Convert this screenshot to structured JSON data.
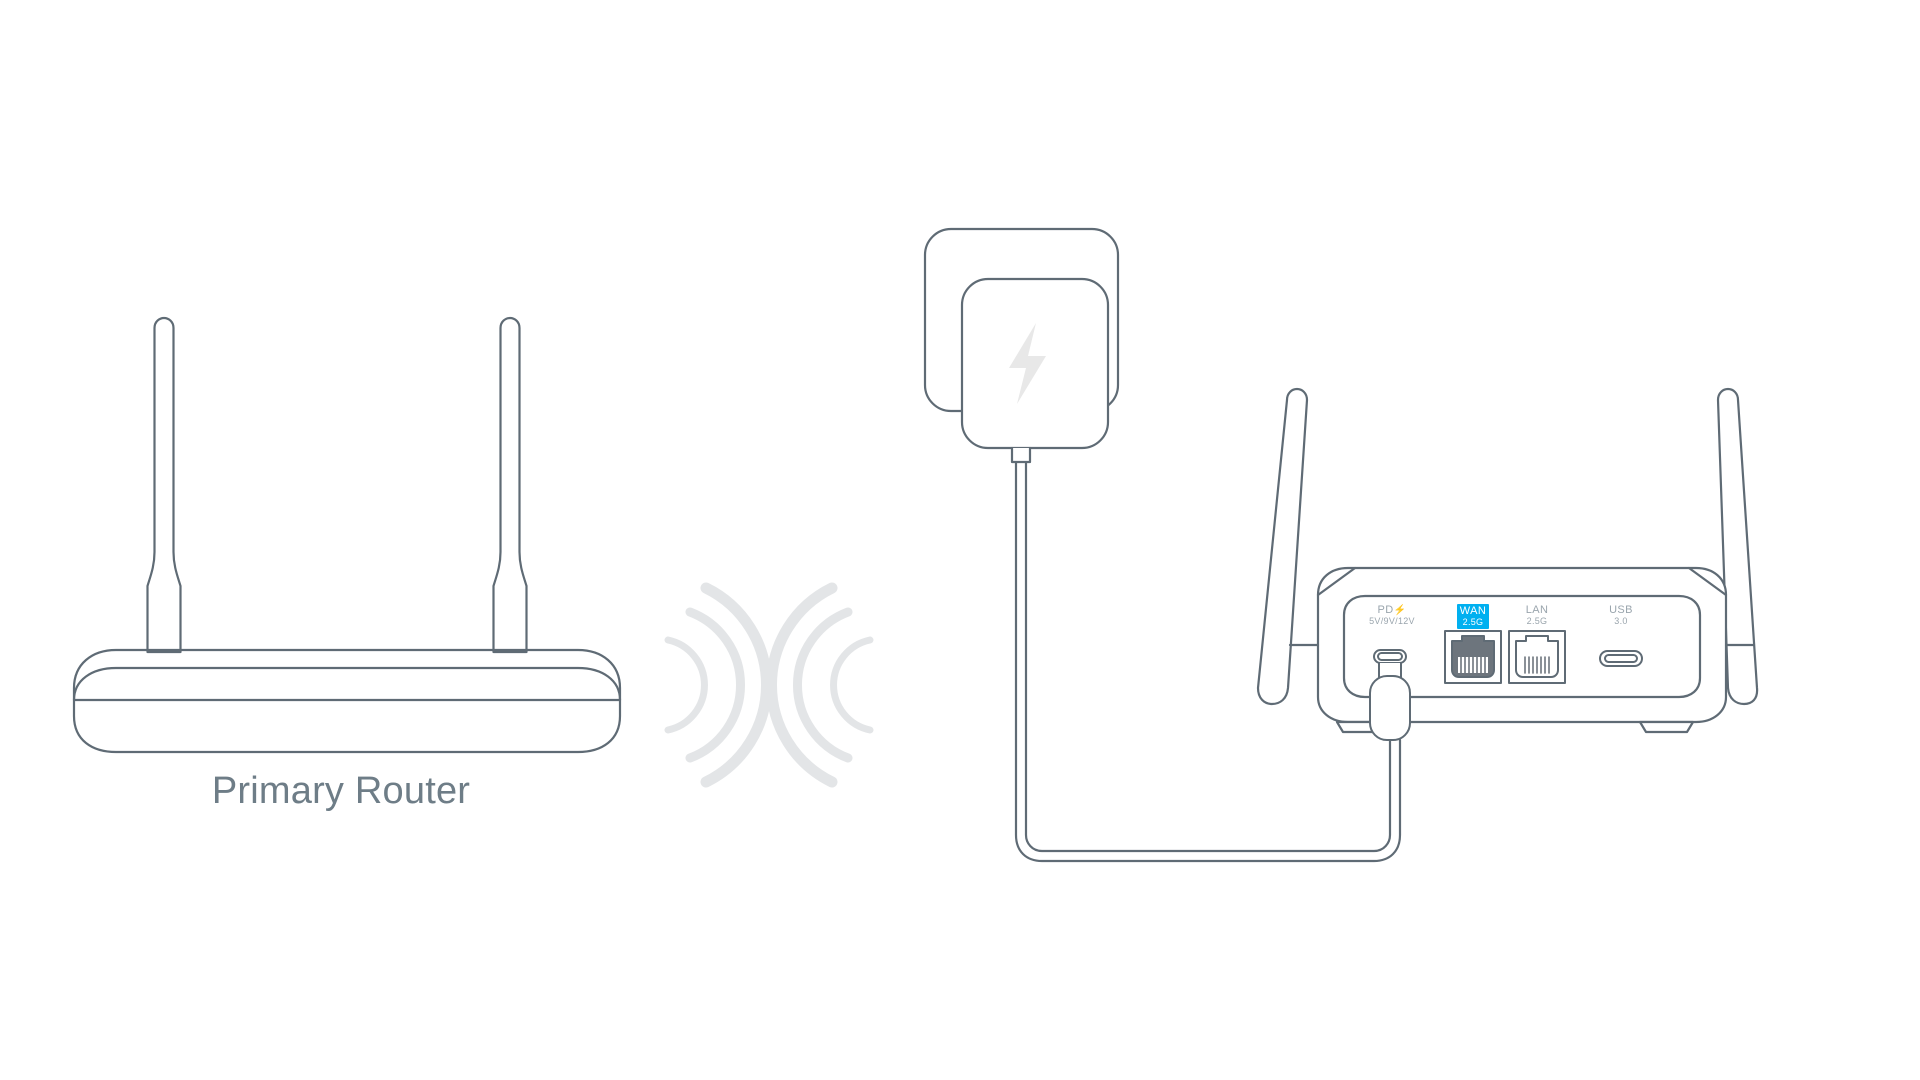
{
  "scene": {
    "title": "Router mesh extender setup diagram",
    "background_color": "#ffffff",
    "stroke_color": "#5f6b75",
    "label_color": "#6e7d87",
    "port_text_color": "#9aa5ad",
    "accent_color": "#00b0f0",
    "wifi_arc_color": "#e3e5e7",
    "bolt_color": "#e8e8e8"
  },
  "primary_router": {
    "label": "Primary Router",
    "antenna_count": 2
  },
  "wifi_signal": {
    "left_cluster_arcs": 3,
    "right_cluster_arcs": 3,
    "direction": "bidirectional"
  },
  "power_adapter": {
    "icon": "lightning-bolt-icon",
    "plug_body": "rounded-rect",
    "cable": "usb-c-power-cable"
  },
  "extender_router": {
    "antenna_count": 2,
    "ports": [
      {
        "id": "pd",
        "main": "PD",
        "bolt": "⚡",
        "sub": "5V/9V/12V",
        "highlight": false,
        "type": "usb-c-power"
      },
      {
        "id": "wan",
        "main": "WAN",
        "sub": "2.5G",
        "highlight": true,
        "type": "rj45"
      },
      {
        "id": "lan",
        "main": "LAN",
        "sub": "2.5G",
        "highlight": false,
        "type": "rj45"
      },
      {
        "id": "usb",
        "main": "USB",
        "sub": "3.0",
        "highlight": false,
        "type": "usb-c-data"
      }
    ]
  }
}
